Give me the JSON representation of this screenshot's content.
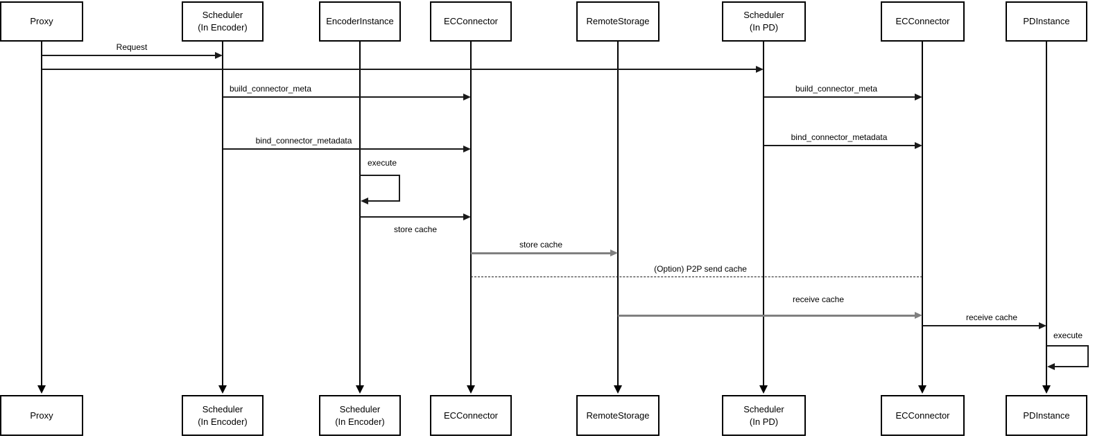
{
  "diagram": {
    "type": "sequence-diagram",
    "actors": [
      {
        "id": "proxy",
        "top_label": "Proxy",
        "bottom_label": "Proxy"
      },
      {
        "id": "scheduler-in-encoder",
        "top_label": "Scheduler\n(In Encoder)",
        "bottom_label": "Scheduler\n(In Encoder)"
      },
      {
        "id": "encoder-instance",
        "top_label": "EncoderInstance",
        "bottom_label": "Scheduler\n(In Encoder)"
      },
      {
        "id": "ec-connector-encoder",
        "top_label": "ECConnector",
        "bottom_label": "ECConnector"
      },
      {
        "id": "remote-storage",
        "top_label": "RemoteStorage",
        "bottom_label": "RemoteStorage"
      },
      {
        "id": "scheduler-in-pd",
        "top_label": "Scheduler\n(In PD)",
        "bottom_label": "Scheduler\n(In PD)"
      },
      {
        "id": "ec-connector-pd",
        "top_label": "ECConnector",
        "bottom_label": "ECConnector"
      },
      {
        "id": "pd-instance",
        "top_label": "PDInstance",
        "bottom_label": "PDInstance"
      }
    ],
    "messages": [
      {
        "label": "Request",
        "from": "proxy",
        "to": "scheduler-in-encoder",
        "line": "solid"
      },
      {
        "label": "",
        "from": "proxy",
        "to": "scheduler-in-pd",
        "line": "solid"
      },
      {
        "label": "build_connector_meta",
        "from": "scheduler-in-encoder",
        "to": "ec-connector-encoder",
        "line": "solid"
      },
      {
        "label": "build_connector_meta",
        "from": "scheduler-in-pd",
        "to": "ec-connector-pd",
        "line": "solid"
      },
      {
        "label": "bind_connector_metadata",
        "from": "scheduler-in-encoder",
        "to": "ec-connector-encoder",
        "line": "solid"
      },
      {
        "label": "bind_connector_metadata",
        "from": "scheduler-in-pd",
        "to": "ec-connector-pd",
        "line": "solid"
      },
      {
        "label": "execute",
        "from": "encoder-instance",
        "to": "encoder-instance",
        "line": "self"
      },
      {
        "label": "store cache",
        "from": "encoder-instance",
        "to": "ec-connector-encoder",
        "line": "solid"
      },
      {
        "label": "store cache",
        "from": "ec-connector-encoder",
        "to": "remote-storage",
        "line": "solid"
      },
      {
        "label": "(Option) P2P send cache",
        "from": "ec-connector-encoder",
        "to": "ec-connector-pd",
        "line": "dashed"
      },
      {
        "label": "receive cache",
        "from": "remote-storage",
        "to": "ec-connector-pd",
        "line": "solid"
      },
      {
        "label": "receive cache",
        "from": "ec-connector-pd",
        "to": "pd-instance",
        "line": "solid"
      },
      {
        "label": "execute",
        "from": "pd-instance",
        "to": "pd-instance",
        "line": "self"
      }
    ],
    "colors": {
      "line": "#000000",
      "muted_line": "#808080",
      "background": "#ffffff",
      "text": "#000000"
    }
  }
}
